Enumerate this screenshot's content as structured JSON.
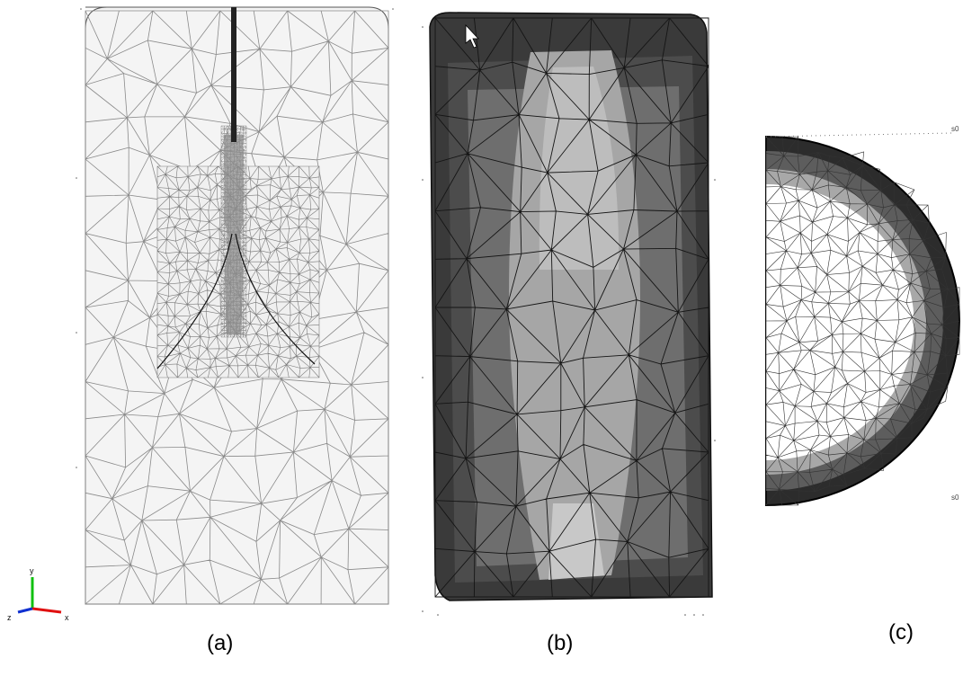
{
  "panels": [
    {
      "id": "a",
      "caption": "(a)"
    },
    {
      "id": "b",
      "caption": "(b)"
    },
    {
      "id": "c",
      "caption": "(c)"
    }
  ],
  "triad": {
    "y_label": "y",
    "z_label": "z",
    "x_label": "x"
  },
  "panel_c_edge_labels": {
    "top": "s0",
    "bottom": "s0"
  },
  "colors": {
    "mesh_line_light": "#8a8a8a",
    "mesh_fill_a": "#f4f4f4",
    "dense_core": "#8c8c8c",
    "shade_dark": "#3a3a3a",
    "shade_mid": "#6e6e6e",
    "shade_light": "#a6a6a6",
    "shade_lightest": "#c8c8c8",
    "axis_x": "#e01010",
    "axis_y": "#10c010",
    "axis_z": "#1030d0"
  }
}
